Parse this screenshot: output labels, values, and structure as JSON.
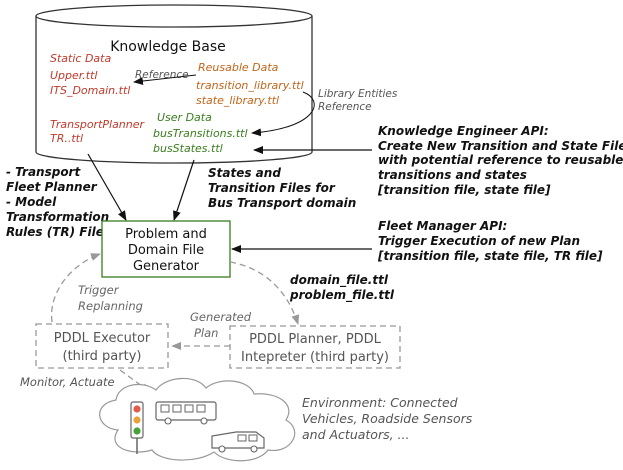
{
  "knowledge_base": {
    "title": "Knowledge Base",
    "static_data": {
      "heading": "Static Data",
      "items": [
        "Upper.ttl",
        "ITS_Domain.ttl"
      ]
    },
    "reference_label": "Reference",
    "reusable_data": {
      "heading": "Reusable Data",
      "items": [
        "transition_library.ttl",
        "state_library.ttl"
      ]
    },
    "transport_planner": {
      "heading": "TransportPlanner",
      "items": [
        "TR..ttl"
      ]
    },
    "user_data": {
      "heading": "User Data",
      "items": [
        "busTransitions.ttl",
        "busStates.ttl"
      ]
    }
  },
  "library_reference": {
    "lines": [
      "Library Entities",
      "Reference"
    ]
  },
  "knowledge_engineer_api": {
    "lines": [
      "Knowledge Engineer API:",
      "Create New Transition and State File",
      "with potential reference to reusable",
      "transitions and states",
      "[transition file, state file]"
    ]
  },
  "fleet_planner_input": {
    "lines": [
      "- Transport",
      "Fleet Planner",
      "- Model",
      "Transformation",
      "Rules (TR) File"
    ]
  },
  "states_input": {
    "lines": [
      "States and",
      "Transition Files for",
      "Bus Transport domain"
    ]
  },
  "generator": {
    "lines": [
      "Problem and",
      "Domain File",
      "Generator"
    ]
  },
  "fleet_manager_api": {
    "lines": [
      "Fleet Manager API:",
      "Trigger Execution of new Plan",
      "[transition file, state file, TR file]"
    ]
  },
  "output_files": {
    "lines": [
      "domain_file.ttl",
      "problem_file.ttl"
    ]
  },
  "trigger_replanning": {
    "lines": [
      "Trigger",
      "Replanning"
    ]
  },
  "generated_plan": {
    "lines": [
      "Generated",
      "Plan"
    ]
  },
  "executor": {
    "lines": [
      "PDDL Executor",
      "(third party)"
    ]
  },
  "planner": {
    "lines": [
      "PDDL Planner, PDDL",
      "Intepreter (third party)"
    ]
  },
  "monitor_label": "Monitor, Actuate",
  "environment": {
    "lines": [
      "Environment: Connected",
      "Vehicles, Roadside Sensors",
      "and Actuators, ..."
    ]
  },
  "colors": {
    "static": "#c0392b",
    "reusable": "#c0651a",
    "user": "#3a7d1e",
    "generator_border": "#3a7d1e",
    "dashed": "#999999"
  }
}
